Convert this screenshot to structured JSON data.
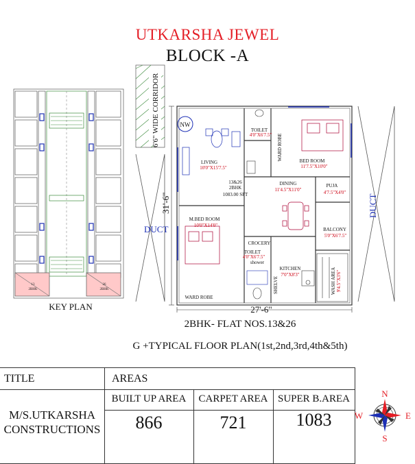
{
  "header": {
    "project": "UTKARSHA JEWEL",
    "block": "BLOCK -A"
  },
  "key_plan": {
    "label": "KEY PLAN",
    "unit_left": "13\n2BHK",
    "unit_right": "26\n2BHK"
  },
  "plan": {
    "corridor": "6'6\" WIDE CORRIDOR",
    "duct_left": "DUCT",
    "duct_right": "DUCT",
    "dim_height": "31'-6\"",
    "dim_width": "27'-6\"",
    "nw": "NW",
    "rooms": {
      "living": "LIVING",
      "living_size": "10'0\"X15'7.5\"",
      "toilet1": "TOILET",
      "toilet1_size": "4'0\"X6'7.5\"",
      "wardrobe1": "WARD ROBE",
      "bedroom": "BED ROOM",
      "bedroom_size": "11'7.5\"X10'0\"",
      "flat_no": "13&26",
      "flat_type": "2BHK",
      "flat_area": "1083.00 SFT",
      "dining": "DINING",
      "dining_size": "11'4.5\"X11'0\"",
      "puja": "PUJA",
      "puja_size": "4'7.5\"X4'0\"",
      "mbed": "M.BED ROOM",
      "mbed_size": "10'0\"X14'0\"",
      "balcony": "BALCONY",
      "balcony_size": "5'0\"X6'7.5\"",
      "crocery": "CROCERY",
      "toilet2": "TOILET",
      "toilet2_size": "4'0\"X6'7.5\"",
      "shower": "shower",
      "kitchen": "KITCHEN",
      "kitchen_size": "7'0\"X8'3\"",
      "wash": "WASH AREA",
      "wash_size": "9'4.5\"X3'6\"",
      "shelve": "SHELVE",
      "wardrobe2": "WARD ROBE"
    }
  },
  "captions": {
    "flat": "2BHK- FLAT NOS.13&26",
    "floor": "G +TYPICAL FLOOR  PLAN(1st,2nd,3rd,4th&5th)"
  },
  "table": {
    "title_label": "TITLE",
    "areas_label": "AREAS",
    "owner_line1": "M/S.UTKARSHA",
    "owner_line2": "CONSTRUCTIONS",
    "col1": "BUILT UP AREA",
    "col2": "CARPET AREA",
    "col3": "SUPER B.AREA",
    "val1": "866",
    "val2": "721",
    "val3": "1083"
  },
  "compass": {
    "n": "N",
    "s": "S",
    "e": "E",
    "w": "W"
  },
  "colors": {
    "red": "#e41e26",
    "blue": "#1c2fb5",
    "green": "#3a8a3a",
    "line": "#333333"
  }
}
